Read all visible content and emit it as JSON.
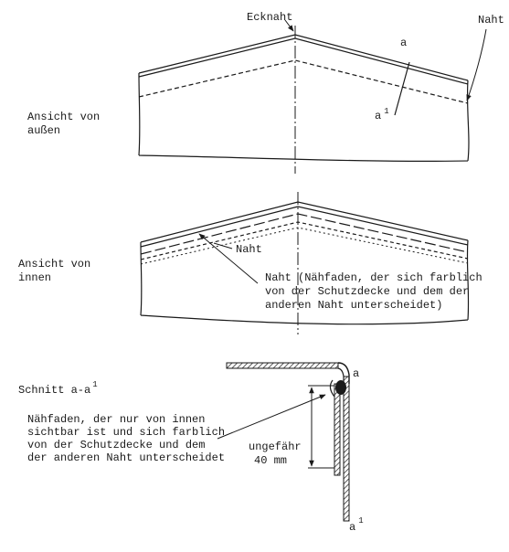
{
  "labels": {
    "ecknaht": "Ecknaht",
    "naht_top": "Naht",
    "a": "a",
    "a1_base": "a",
    "a1_sup": "1",
    "ansicht_aussen_1": "Ansicht von",
    "ansicht_aussen_2": "außen",
    "ansicht_innen_1": "Ansicht von",
    "ansicht_innen_2": "innen",
    "naht_inner": "Naht",
    "naht_note_1": "Naht (Nähfaden, der sich farblich",
    "naht_note_2": "von der Schutzdecke und dem der",
    "naht_note_3": "anderen Naht unterscheidet)",
    "schnitt_base": "Schnitt a-a",
    "schnitt_sup": "1",
    "note_1": "Nähfaden, der nur von innen",
    "note_2": "sichtbar ist und sich farblich",
    "note_3": "von der Schutzdecke und dem",
    "note_4": "der anderen Naht unterscheidet",
    "dim_1": "ungefähr",
    "dim_2": "40 mm",
    "sec_a": "a",
    "sec_a1_base": "a",
    "sec_a1_sup": "1"
  },
  "colors": {
    "ink": "#1a1a1a",
    "paper": "#ffffff"
  }
}
